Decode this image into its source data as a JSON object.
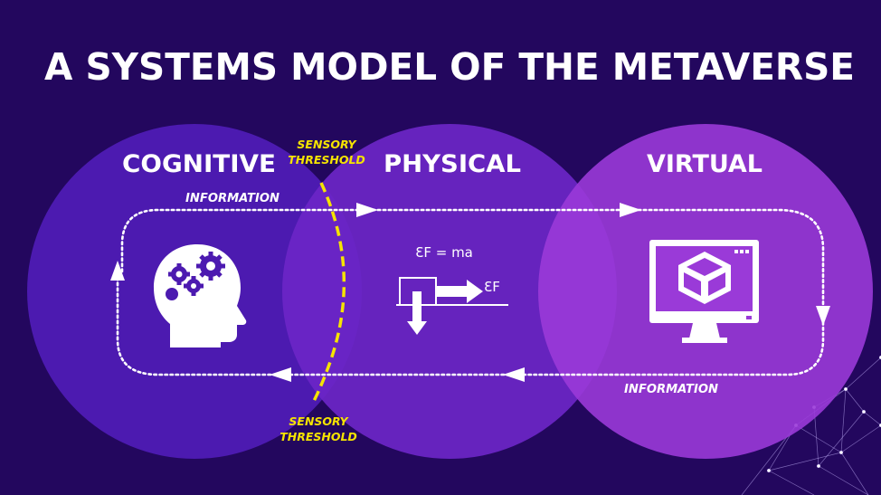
{
  "title": "A SYSTEMS MODEL OF THE METAVERSE",
  "zones": {
    "cognitive": "COGNITIVE",
    "physical": "PHYSICAL",
    "virtual": "VIRTUAL"
  },
  "flows": {
    "top": "INFORMATION",
    "bottom": "INFORMATION"
  },
  "threshold": {
    "top_line1": "SENSORY",
    "top_line2": "THRESHOLD",
    "bottom_line1": "SENSORY",
    "bottom_line2": "THRESHOLD"
  },
  "physics": {
    "formula": "ƐF = ma",
    "force_label": "ƐF"
  },
  "icons": {
    "cognitive": "head-with-gears-icon",
    "virtual": "monitor-with-cube-icon"
  },
  "colors": {
    "background": "#23075e",
    "cognitive_circle": "#4c1ab0",
    "physical_circle": "#6c26c6",
    "virtual_circle": "#9a3ad8",
    "threshold_line": "#f5e400",
    "arrows": "#ffffff"
  }
}
